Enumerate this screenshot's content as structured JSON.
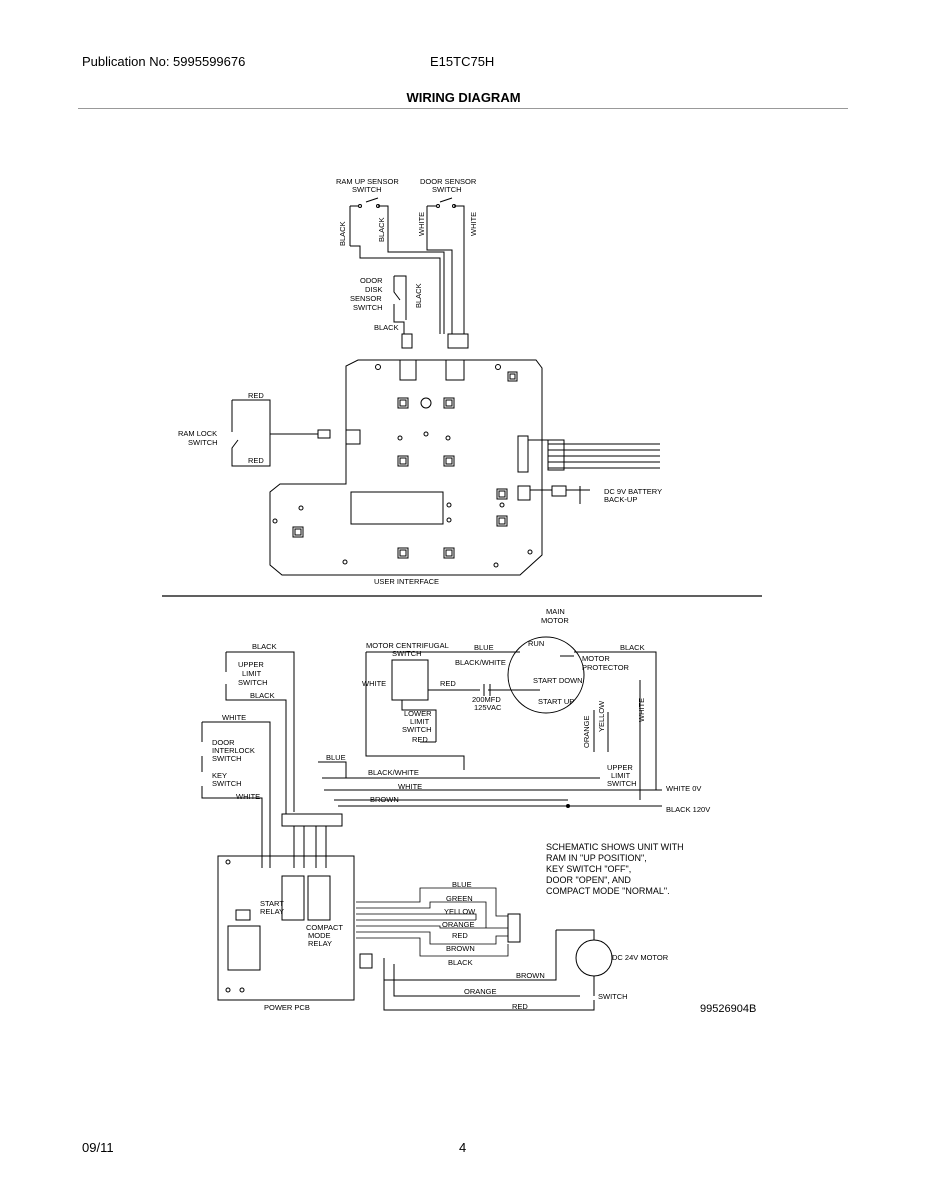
{
  "header": {
    "publication": "Publication No: 5995599676",
    "model": "E15TC75H",
    "title": "WIRING DIAGRAM"
  },
  "footer": {
    "date": "09/11",
    "page": "4"
  },
  "diagram": {
    "top": {
      "ram_up_sensor": "RAM UP SENSOR",
      "ram_up_switch": "SWITCH",
      "door_sensor": "DOOR SENSOR",
      "door_switch": "SWITCH",
      "black1": "BLACK",
      "black2": "BLACK",
      "white1": "WHITE",
      "white2": "WHITE",
      "odor1": "ODOR",
      "odor2": "DISK",
      "odor3": "SENSOR",
      "odor4": "SWITCH",
      "odor_black_v": "BLACK",
      "odor_black_h": "BLACK",
      "red_top": "RED",
      "ram_lock1": "RAM LOCK",
      "ram_lock2": "SWITCH",
      "red_bottom": "RED",
      "battery1": "DC 9V BATTERY",
      "battery2": "BACK-UP",
      "user_interface": "USER INTERFACE"
    },
    "bottom": {
      "main_motor1": "MAIN",
      "main_motor2": "MOTOR",
      "black_top_left": "BLACK",
      "motor_cent1": "MOTOR CENTRIFUGAL",
      "motor_cent2": "SWITCH",
      "blue_top": "BLUE",
      "run": "RUN",
      "black_top_right": "BLACK",
      "upper_limit1": "UPPER",
      "upper_limit2": "LIMIT",
      "upper_limit3": "SWITCH",
      "black_white_top": "BLACK/WHITE",
      "motor_prot1": "MOTOR",
      "motor_prot2": "PROTECTOR",
      "white_mid": "WHITE",
      "red_mid": "RED",
      "start_down": "START DOWN",
      "black_left2": "BLACK",
      "cap1": "200MFD",
      "cap2": "125VAC",
      "start_up": "START UP",
      "lower1": "LOWER",
      "lower2": "LIMIT",
      "lower3": "SWITCH",
      "red_lower": "RED",
      "orange_v": "ORANGE",
      "yellow_v": "YELLOW",
      "white_v": "WHITE",
      "white_left": "WHITE",
      "door1": "DOOR",
      "door2": "INTERLOCK",
      "door3": "SWITCH",
      "key1": "KEY",
      "key2": "SWITCH",
      "white_left2": "WHITE",
      "blue_bus": "BLUE",
      "bw_bus": "BLACK/WHITE",
      "white_bus": "WHITE",
      "brown_bus": "BROWN",
      "upper_right1": "UPPER",
      "upper_right2": "LIMIT",
      "upper_right3": "SWITCH",
      "white_0v": "WHITE  0V",
      "black_120v": "BLACK  120V",
      "note1": "SCHEMATIC SHOWS UNIT WITH",
      "note2": "RAM IN \"UP POSITION\",",
      "note3": "KEY SWITCH \"OFF\",",
      "note4": "DOOR \"OPEN\", AND",
      "note5": "COMPACT MODE \"NORMAL\".",
      "start_relay1": "START",
      "start_relay2": "RELAY",
      "compact1": "COMPACT",
      "compact2": "MODE",
      "compact3": "RELAY",
      "w_blue": "BLUE",
      "w_green": "GREEN",
      "w_yellow": "YELLOW",
      "w_orange": "ORANGE",
      "w_red": "RED",
      "w_brown": "BROWN",
      "w_black": "BLACK",
      "dc_motor": "DC 24V MOTOR",
      "brown_low": "BROWN",
      "orange_low": "ORANGE",
      "red_low": "RED",
      "switch_low": "SWITCH",
      "power_pcb": "POWER PCB",
      "part_no": "99526904B"
    }
  }
}
